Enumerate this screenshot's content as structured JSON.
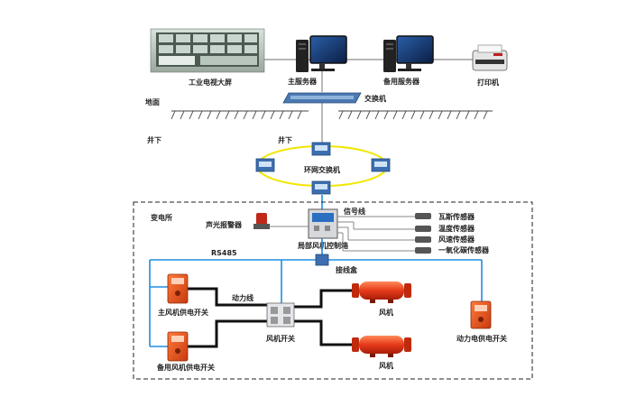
{
  "surface": {
    "video_wall": "工业电视大屏",
    "main_server": "主服务器",
    "backup_server": "备用服务器",
    "printer": "打印机",
    "switch": "交换机",
    "ground": "地面"
  },
  "underground": {
    "left_label": "井下",
    "ring_label": "井下",
    "ring_switch": "环网交换机"
  },
  "substation": {
    "area_label": "变电所",
    "alarm": "声光报警器",
    "control_box": "局部风机控制箱",
    "signal_line": "信号线",
    "rs485": "RS485",
    "junction_box": "接线盒",
    "power_line": "动力线",
    "main_fan_switch": "主风机供电开关",
    "backup_fan_switch": "备用风机供电开关",
    "fan_switch": "风机开关",
    "fan_top": "风机",
    "fan_bottom": "风机",
    "power_supply_switch": "动力电供电开关"
  },
  "sensors": [
    "瓦斯传感器",
    "温度传感器",
    "风速传感器",
    "一氧化碳传感器"
  ],
  "colors": {
    "blue_line": "#1e8ee0",
    "ring": "#f2e600",
    "fan_red": "#e63a1a",
    "switch_orange": "#e8501a",
    "network_gray": "#8a8a8a",
    "power_black": "#111111"
  }
}
